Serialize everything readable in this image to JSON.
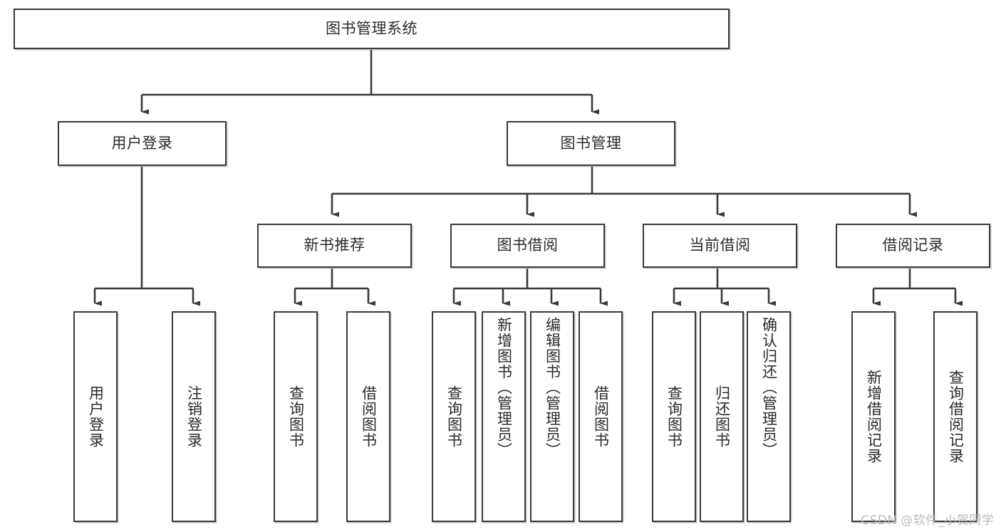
{
  "diagram": {
    "title": "图书管理系统",
    "type": "tree-hierarchy",
    "root": {
      "label": "图书管理系统"
    },
    "level2": [
      {
        "label": "用户登录"
      },
      {
        "label": "图书管理"
      }
    ],
    "level3": [
      {
        "label": "新书推荐"
      },
      {
        "label": "图书借阅"
      },
      {
        "label": "当前借阅"
      },
      {
        "label": "借阅记录"
      }
    ],
    "leaves": {
      "user_login": [
        {
          "label": "用户登录"
        },
        {
          "label": "注销登录"
        }
      ],
      "new_book_recommend": [
        {
          "label": "查询图书"
        },
        {
          "label": "借阅图书"
        }
      ],
      "book_borrow": [
        {
          "label": "查询图书"
        },
        {
          "label": "新增图书（管理员）"
        },
        {
          "label": "编辑图书（管理员）"
        },
        {
          "label": "借阅图书"
        }
      ],
      "current_borrow": [
        {
          "label": "查询图书"
        },
        {
          "label": "归还图书"
        },
        {
          "label": "确认归还（管理员）"
        }
      ],
      "borrow_record": [
        {
          "label": "新增借阅记录"
        },
        {
          "label": "查询借阅记录"
        }
      ]
    }
  },
  "watermark": {
    "text": "CSDN @软件_小贺同学"
  },
  "colors": {
    "stroke": "#3a3a3a",
    "background": "#ffffff",
    "text": "#2b2b2b",
    "watermark": "#b9b9b9"
  }
}
